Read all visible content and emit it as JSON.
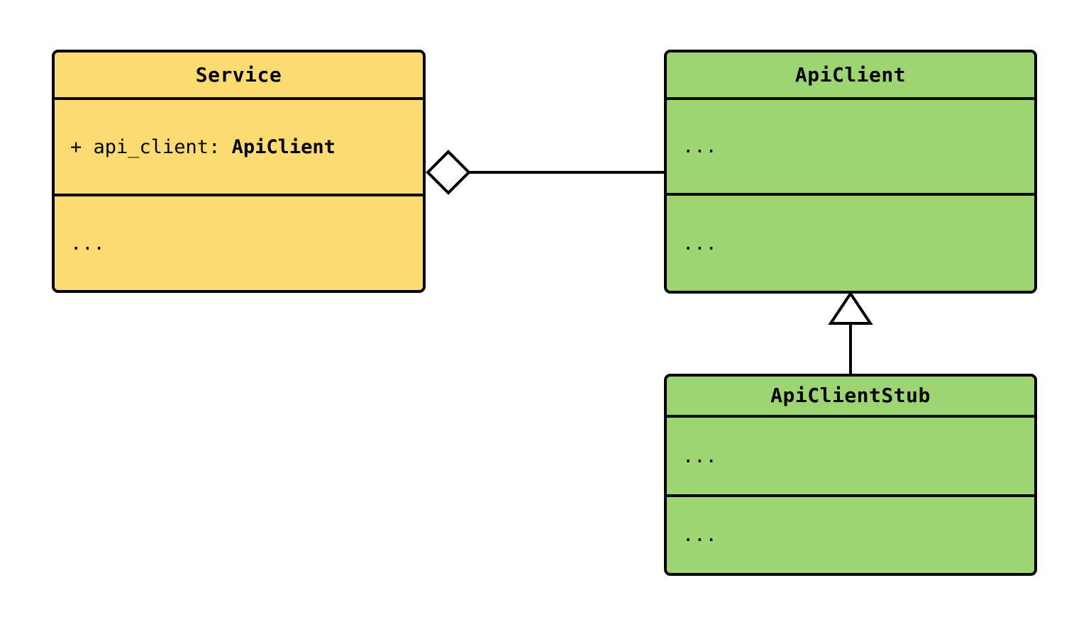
{
  "diagram": {
    "type": "uml-class-diagram",
    "background_color": "#ffffff",
    "border_color": "#000000",
    "classes": [
      {
        "id": "service",
        "name": "Service",
        "fill_color": "#fcdc70",
        "attributes": "+ api_client: ",
        "attribute_visibility": "+",
        "attribute_name": "api_client",
        "attribute_type": "ApiClient",
        "operations": "..."
      },
      {
        "id": "apiclient",
        "name": "ApiClient",
        "fill_color": "#9ed573",
        "attributes": "...",
        "operations": "..."
      },
      {
        "id": "apiclientstub",
        "name": "ApiClientStub",
        "fill_color": "#9ed573",
        "attributes": "...",
        "operations": "..."
      }
    ],
    "relationships": [
      {
        "id": "service-aggregates-apiclient",
        "kind": "aggregation",
        "marker": "hollow-diamond",
        "source": "Service",
        "target": "ApiClient",
        "label": ""
      },
      {
        "id": "apiclientstub-inherits-apiclient",
        "kind": "generalization",
        "marker": "hollow-triangle",
        "source": "ApiClientStub",
        "target": "ApiClient",
        "label": ""
      }
    ]
  }
}
